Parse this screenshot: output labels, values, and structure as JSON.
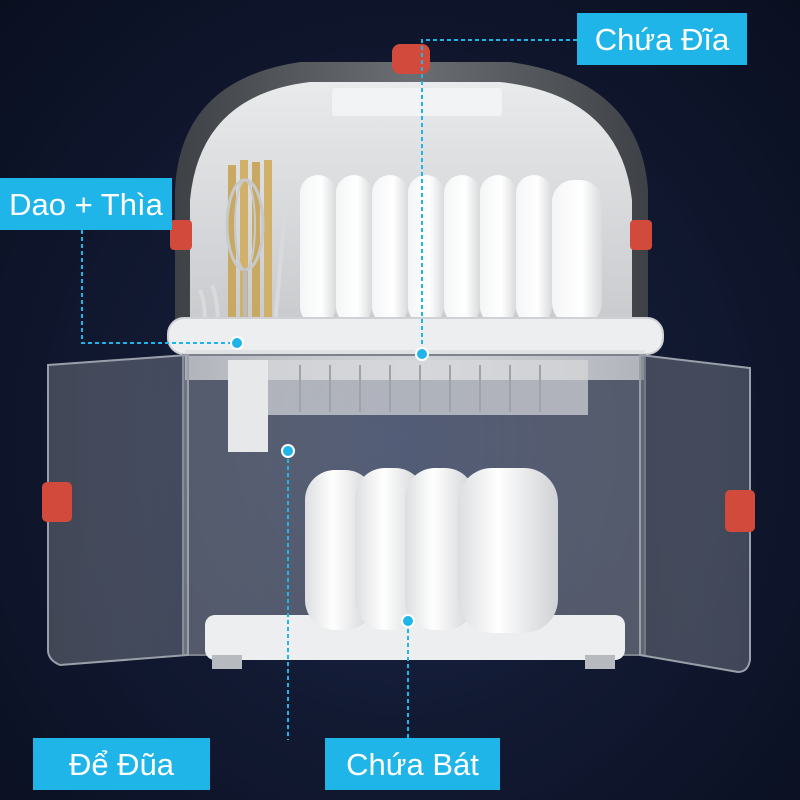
{
  "callouts": {
    "plates": "Chứa Đĩa",
    "knife_spoon": "Dao + Thìa",
    "chopsticks": "Để Đũa",
    "bowls": "Chứa Bát"
  },
  "colors": {
    "label_bg": "#1fb5e8",
    "label_text": "#ffffff",
    "background": "#121a33",
    "lid": "#5a5d62",
    "accent": "#d24a3c"
  }
}
